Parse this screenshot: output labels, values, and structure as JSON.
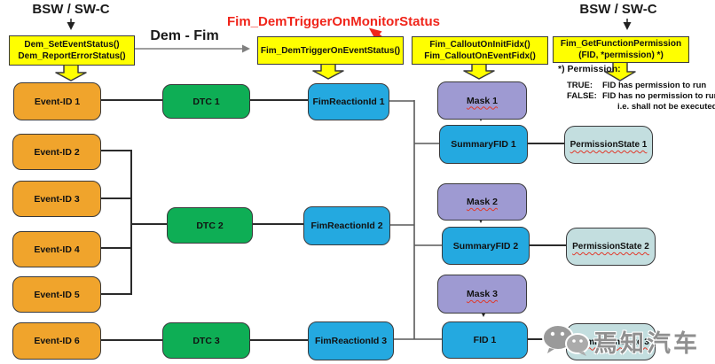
{
  "headers": {
    "bsw_swc_left": "BSW / SW-C",
    "bsw_swc_right": "BSW / SW-C",
    "dem_fim": "Dem - Fim",
    "red_annotation": "Fim_DemTriggerOnMonitorStatus"
  },
  "api_boxes": {
    "dem": {
      "line1": "Dem_SetEventStatus()",
      "line2": "Dem_ReportErrorStatus()"
    },
    "fim_trigger": {
      "line1": "Fim_DemTriggerOnEventStatus()"
    },
    "fim_callout": {
      "line1": "Fim_CalloutOnInitFidx()",
      "line2": "Fim_CalloutOnEventFidx()"
    },
    "fim_get_permission": {
      "line1": "Fim_GetFunctionPermission",
      "line2": "(FID, *permission)  *)"
    }
  },
  "nodes": {
    "event_ids": [
      "Event-ID 1",
      "Event-ID 2",
      "Event-ID 3",
      "Event-ID 4",
      "Event-ID 5",
      "Event-ID 6"
    ],
    "dtcs": [
      "DTC 1",
      "DTC 2",
      "DTC 3"
    ],
    "fim_reaction_ids": [
      "FimReactionId 1",
      "FimReactionId 2",
      "FimReactionId 3"
    ],
    "masks": [
      "Mask 1",
      "Mask 2",
      "Mask 3"
    ],
    "summary_fids": [
      "SummaryFID 1",
      "SummaryFID 2",
      "FID 1"
    ],
    "permission_states": [
      "PermissionState 1",
      "PermissionState 2",
      "PermissionState 3"
    ]
  },
  "legend": {
    "note": "*) Permission:",
    "true_label": "TRUE:",
    "true_text": "FID has permission to run",
    "false_label": "FALSE:",
    "false_text_line1": "FID has no permission to run,",
    "false_text_line2": "i.e. shall not be executed"
  },
  "watermark": {
    "text": "焉知汽车"
  },
  "colors": {
    "api_yellow": "#ffff00",
    "event_orange": "#f0a42c",
    "dtc_green": "#0eae55",
    "fim_blue": "#24a9e0",
    "mask_purple": "#9e9ad2",
    "permission_teal": "#c3dedf",
    "annotation_red": "#f0251b"
  }
}
